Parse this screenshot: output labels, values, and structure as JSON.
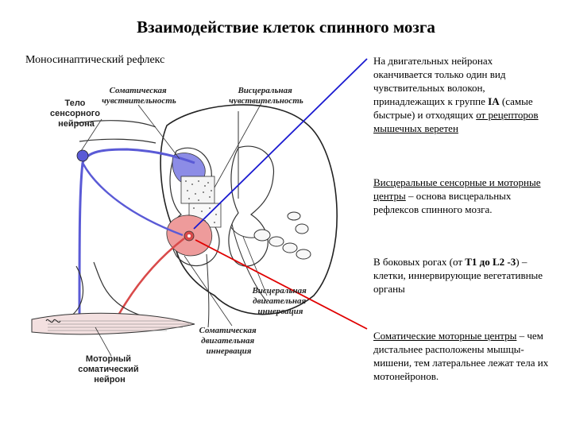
{
  "title": "Взаимодействие клеток спинного мозга",
  "subtitle": "Моносинаптический рефлекс",
  "labels": {
    "somatic_sensitivity": [
      "Соматическая",
      "чувствительность"
    ],
    "visceral_sensitivity": [
      "Висцеральная",
      "чувствительность"
    ],
    "sensory_neuron_body": [
      "Тело",
      "сенсорного",
      "нейрона"
    ],
    "visceral_motor": [
      "Висцеральная",
      "двигательная",
      "иннервация"
    ],
    "somatic_motor": [
      "Соматическая",
      "двигательная",
      "иннервация"
    ],
    "motor_neuron": [
      "Моторный",
      "соматический",
      "нейрон"
    ]
  },
  "blocks": {
    "b1": {
      "p1": "На двигательных нейронах оканчивается только один вид чувствительных волокон, принадлежащих к группе ",
      "p2": "IA",
      "p3": " (самые быстрые) и отходящих ",
      "p4": "от рецепторов мышечных веретен"
    },
    "b2": {
      "p1": "Висцеральные сенсорные и моторные центры",
      "p2": " – основа висцеральных рефлексов спинного мозга."
    },
    "b3": {
      "p1": "В боковых рогах (от ",
      "p2": "Т1 до L2 -3",
      "p3": ") – клетки, иннервирующие вегетативные органы"
    },
    "b4": {
      "p1": "Соматические моторные центры",
      "p2": " – чем дистальнее расположены мышцы-мишени, тем латеральнее лежат тела их мотонейронов."
    }
  },
  "colors": {
    "sensory": "#5a5ad6",
    "motor": "#d94a4a",
    "somatic_sensory_zone": "#8c8ce6",
    "somatic_motor_zone": "#ee9b9b",
    "pointer_blue": "#1a1ad0",
    "pointer_red": "#e00000"
  }
}
